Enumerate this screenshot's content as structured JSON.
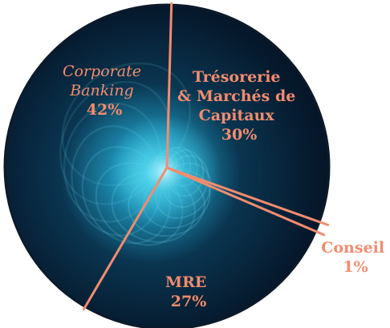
{
  "chart_data": {
    "type": "pie",
    "title": "",
    "slices": [
      {
        "label_lines": [
          "Trésorerie",
          "& Marchés de",
          "Capitaux"
        ],
        "value": 30,
        "value_label": "30%",
        "label_style": "bold"
      },
      {
        "label_lines": [
          "Conseil"
        ],
        "value": 1,
        "value_label": "1%",
        "label_style": "bold"
      },
      {
        "label_lines": [
          "MRE"
        ],
        "value": 27,
        "value_label": "27%",
        "label_style": "bold"
      },
      {
        "label_lines": [
          "Corporate",
          "Banking"
        ],
        "value": 42,
        "value_label": "42%",
        "label_style": "italic-name"
      }
    ],
    "colors": {
      "divider": "#f28c6e",
      "label": "#f28c6e",
      "disc_outer": "#03101e",
      "disc_mid": "#0a3550",
      "glow": "#4fd6ee",
      "ring": "#0c1a2a"
    },
    "background_image": "nautilus-shell"
  }
}
